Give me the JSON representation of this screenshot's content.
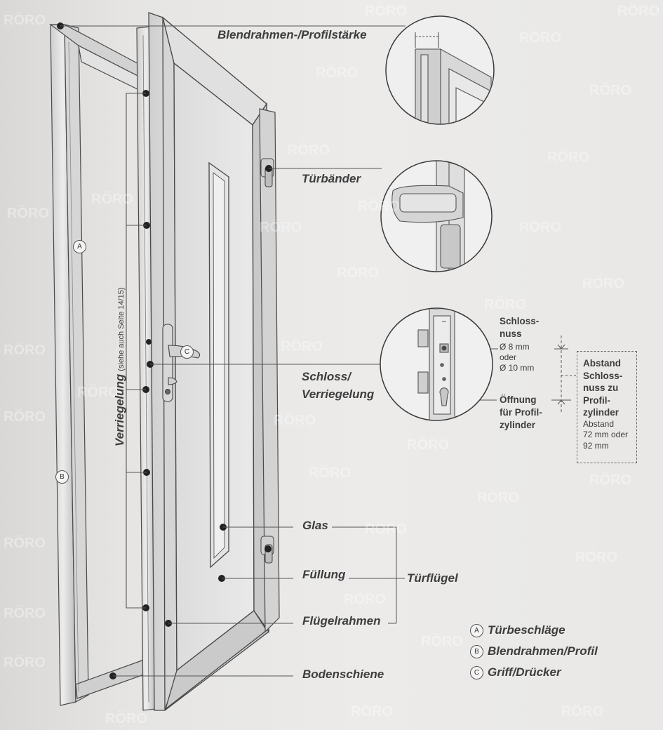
{
  "labels": {
    "blendrahmen_profilstaerke": "Blendrahmen-/Profilstärke",
    "tuerbaender": "Türbänder",
    "schloss_line1": "Schloss/",
    "schloss_line2": "Verriegelung",
    "glas": "Glas",
    "fuellung": "Füllung",
    "fluegelrahmen": "Flügelrahmen",
    "tuerfluegel": "Türflügel",
    "bodenschiene": "Bodenschiene"
  },
  "verriegelung": {
    "main": "Verriegelung",
    "note": "(siehe auch Seite 14/15)"
  },
  "markers": {
    "a": "A",
    "b": "B",
    "c": "C"
  },
  "lock_detail": {
    "schlossnuss_l1": "Schloss-",
    "schlossnuss_l2": "nuss",
    "size_l1": "Ø 8 mm",
    "size_l2": "oder",
    "size_l3": "Ø 10 mm",
    "oeffnung_l1": "Öffnung",
    "oeffnung_l2": "für Profil-",
    "oeffnung_l3": "zylinder"
  },
  "abstand_box": {
    "l1": "Abstand",
    "l2": "Schloss-",
    "l3": "nuss zu",
    "l4": "Profil-",
    "l5": "zylinder",
    "n1": "Abstand",
    "n2": "72 mm oder",
    "n3": "92 mm"
  },
  "legend": [
    {
      "letter": "A",
      "text": "Türbeschläge"
    },
    {
      "letter": "B",
      "text": "Blendrahmen/Profil"
    },
    {
      "letter": "C",
      "text": "Griff/Drücker"
    }
  ],
  "watermark": "RÖRO",
  "colors": {
    "text": "#3d3d3d",
    "line": "#555555",
    "background": "#e8e7e5"
  }
}
